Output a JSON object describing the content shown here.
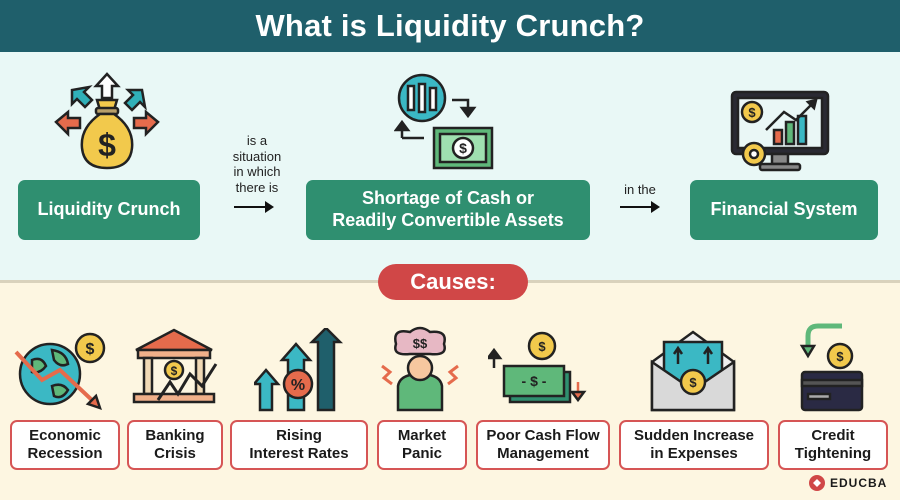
{
  "header": {
    "title": "What is Liquidity Crunch?"
  },
  "definition": {
    "term": "Liquidity Crunch",
    "connector1": [
      "is a",
      "situation",
      "in which",
      "there is"
    ],
    "middle": [
      "Shortage of Cash or",
      "Readily Convertible Assets"
    ],
    "connector2": "in the",
    "end": "Financial System"
  },
  "causes_label": "Causes:",
  "causes": [
    {
      "lines": [
        "Economic",
        "Recession"
      ]
    },
    {
      "lines": [
        "Banking",
        "Crisis"
      ]
    },
    {
      "lines": [
        "Rising",
        "Interest Rates"
      ]
    },
    {
      "lines": [
        "Market",
        "Panic"
      ]
    },
    {
      "lines": [
        "Poor Cash Flow",
        "Management"
      ]
    },
    {
      "lines": [
        "Sudden Increase",
        "in Expenses"
      ]
    },
    {
      "lines": [
        "Credit",
        "Tightening"
      ]
    }
  ],
  "brand": {
    "name": "EDUCBA"
  },
  "colors": {
    "header": "#1f5f6b",
    "green": "#2f8f70",
    "red": "#d04747",
    "top_bg": "#e9f8f6",
    "bottom_bg": "#fdf6e1"
  },
  "icons": [
    "money-bag-arrows-icon",
    "cash-exchange-icon",
    "monitor-growth-chart-icon",
    "globe-declining-graph-icon",
    "bank-falling-chart-icon",
    "rising-percent-arrows-icon",
    "panicked-person-icon",
    "cash-flow-coins-icon",
    "envelope-money-icon",
    "credit-card-dollar-icon",
    "educba-logo-icon"
  ]
}
